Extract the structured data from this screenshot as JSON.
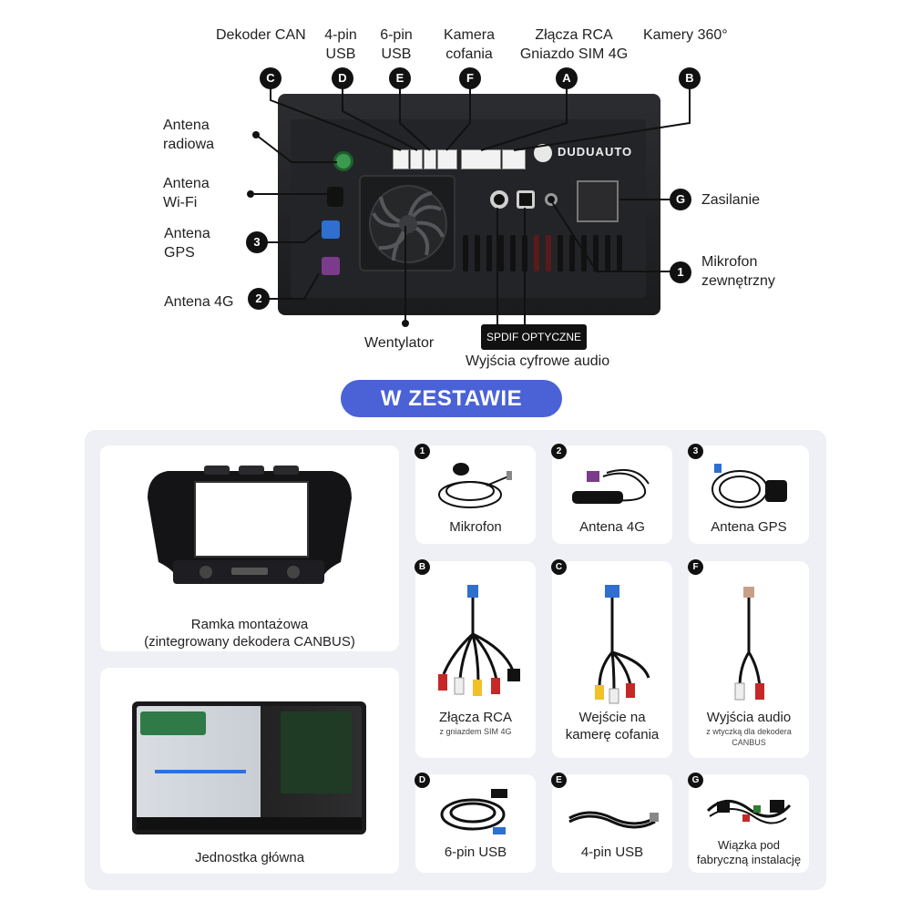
{
  "top_labels": {
    "dekoder": "Dekoder CAN",
    "usb4": "4-pin\nUSB",
    "usb6": "6-pin\nUSB",
    "kamera": "Kamera\ncofania",
    "rca": "Złącza RCA\nGniazdo SIM 4G",
    "kamery360": "Kamery 360°"
  },
  "side_labels": {
    "antena_radiowa": "Antena\nradiowa",
    "antena_wifi": "Antena\nWi-Fi",
    "antena_gps": "Antena\nGPS",
    "antena_4g": "Antena 4G",
    "zasilanie": "Zasilanie",
    "mikrofon": "Mikrofon\nzewnętrzny",
    "wentylator": "Wentylator",
    "wyjscia_cyfrowe": "Wyjścia cyfrowe audio",
    "spdif": "SPDIF OPTYCZNE"
  },
  "device": {
    "brand": "DUDUAUTO"
  },
  "badges": {
    "c": "C",
    "d": "D",
    "e": "E",
    "f": "F",
    "a": "A",
    "b": "B",
    "g": "G",
    "one": "1",
    "two": "2",
    "three": "3"
  },
  "section_title": "W ZESTAWIE",
  "kit": {
    "ramka": "Ramka montażowa\n(zintegrowany dekodera CANBUS)",
    "jednostka": "Jednostka główna",
    "mikrofon": "Mikrofon",
    "antena4g": "Antena 4G",
    "antenagps": "Antena GPS",
    "rca_title": "Złącza RCA",
    "rca_sub": "z gniazdem SIM 4G",
    "kamera_title": "Wejście na\nkamerę cofania",
    "audio_title": "Wyjścia audio",
    "audio_sub": "z wtyczką dla dekodera\nCANBUS",
    "usb6": "6-pin USB",
    "usb4": "4-pin USB",
    "wiazka": "Wiązka pod\nfabryczną instalację"
  },
  "colors": {
    "accent": "#4a62d6",
    "panel": "#eef0f5",
    "badge": "#111111"
  }
}
